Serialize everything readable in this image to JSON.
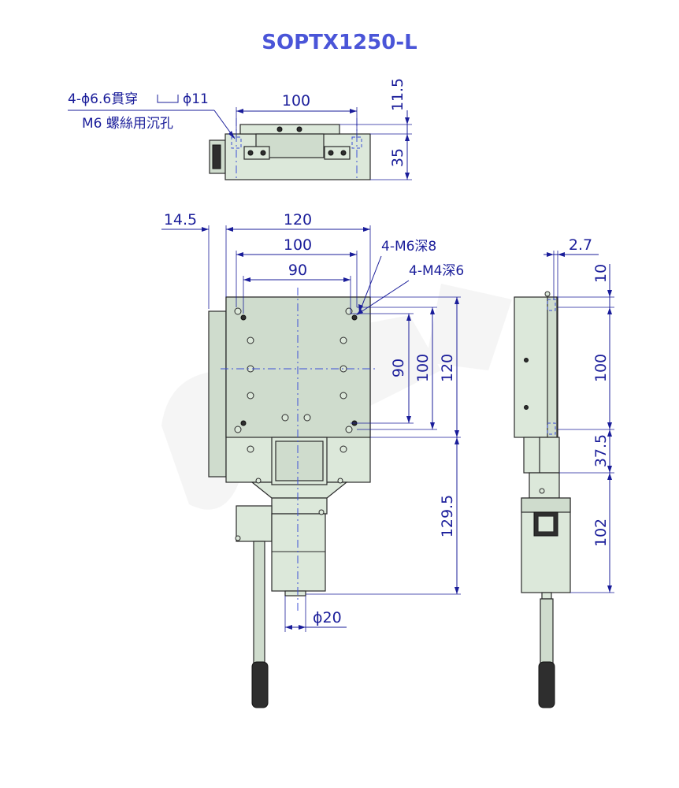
{
  "title": "SOPTX1250-L",
  "notes": {
    "through_hole": "4-ϕ6.6貫穿",
    "counterbore": "ϕ11",
    "counterbore_desc": "M6 螺絲用沉孔",
    "tap_m6": "4-M6深8",
    "tap_m4": "4-M4深6"
  },
  "dimensions": {
    "top_width": "100",
    "top_height_upper": "11.5",
    "top_height_lower": "35",
    "front_offset": "14.5",
    "front_width_outer": "120",
    "front_width_mid": "100",
    "front_width_inner": "90",
    "front_h_90": "90",
    "front_h_100": "100",
    "front_h_120": "120",
    "front_h_motor": "129.5",
    "shaft_dia": "ϕ20",
    "side_w": "2.7",
    "side_h_10": "10",
    "side_h_100": "100",
    "side_h_37_5": "37.5",
    "side_h_102": "102"
  }
}
